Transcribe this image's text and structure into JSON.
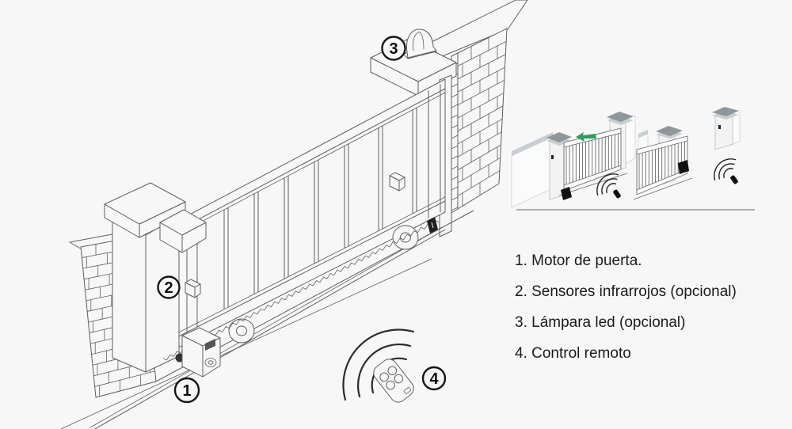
{
  "legend": {
    "items": [
      {
        "text": "1. Motor de puerta."
      },
      {
        "text": "2. Sensores infrarrojos (opcional)"
      },
      {
        "text": "3. Lámpara led (opcional)"
      },
      {
        "text": "4. Control remoto"
      }
    ]
  },
  "callouts": {
    "motor": "1",
    "sensors": "2",
    "lamp": "3",
    "remote": "4"
  },
  "colors": {
    "background": "#f7f7f7",
    "line": "#5f5f5f",
    "dark": "#161616",
    "accent_green": "#2aa05a",
    "divider": "#aeaeae",
    "cap_dark": "#8e979b",
    "text": "#1b1b1b"
  }
}
